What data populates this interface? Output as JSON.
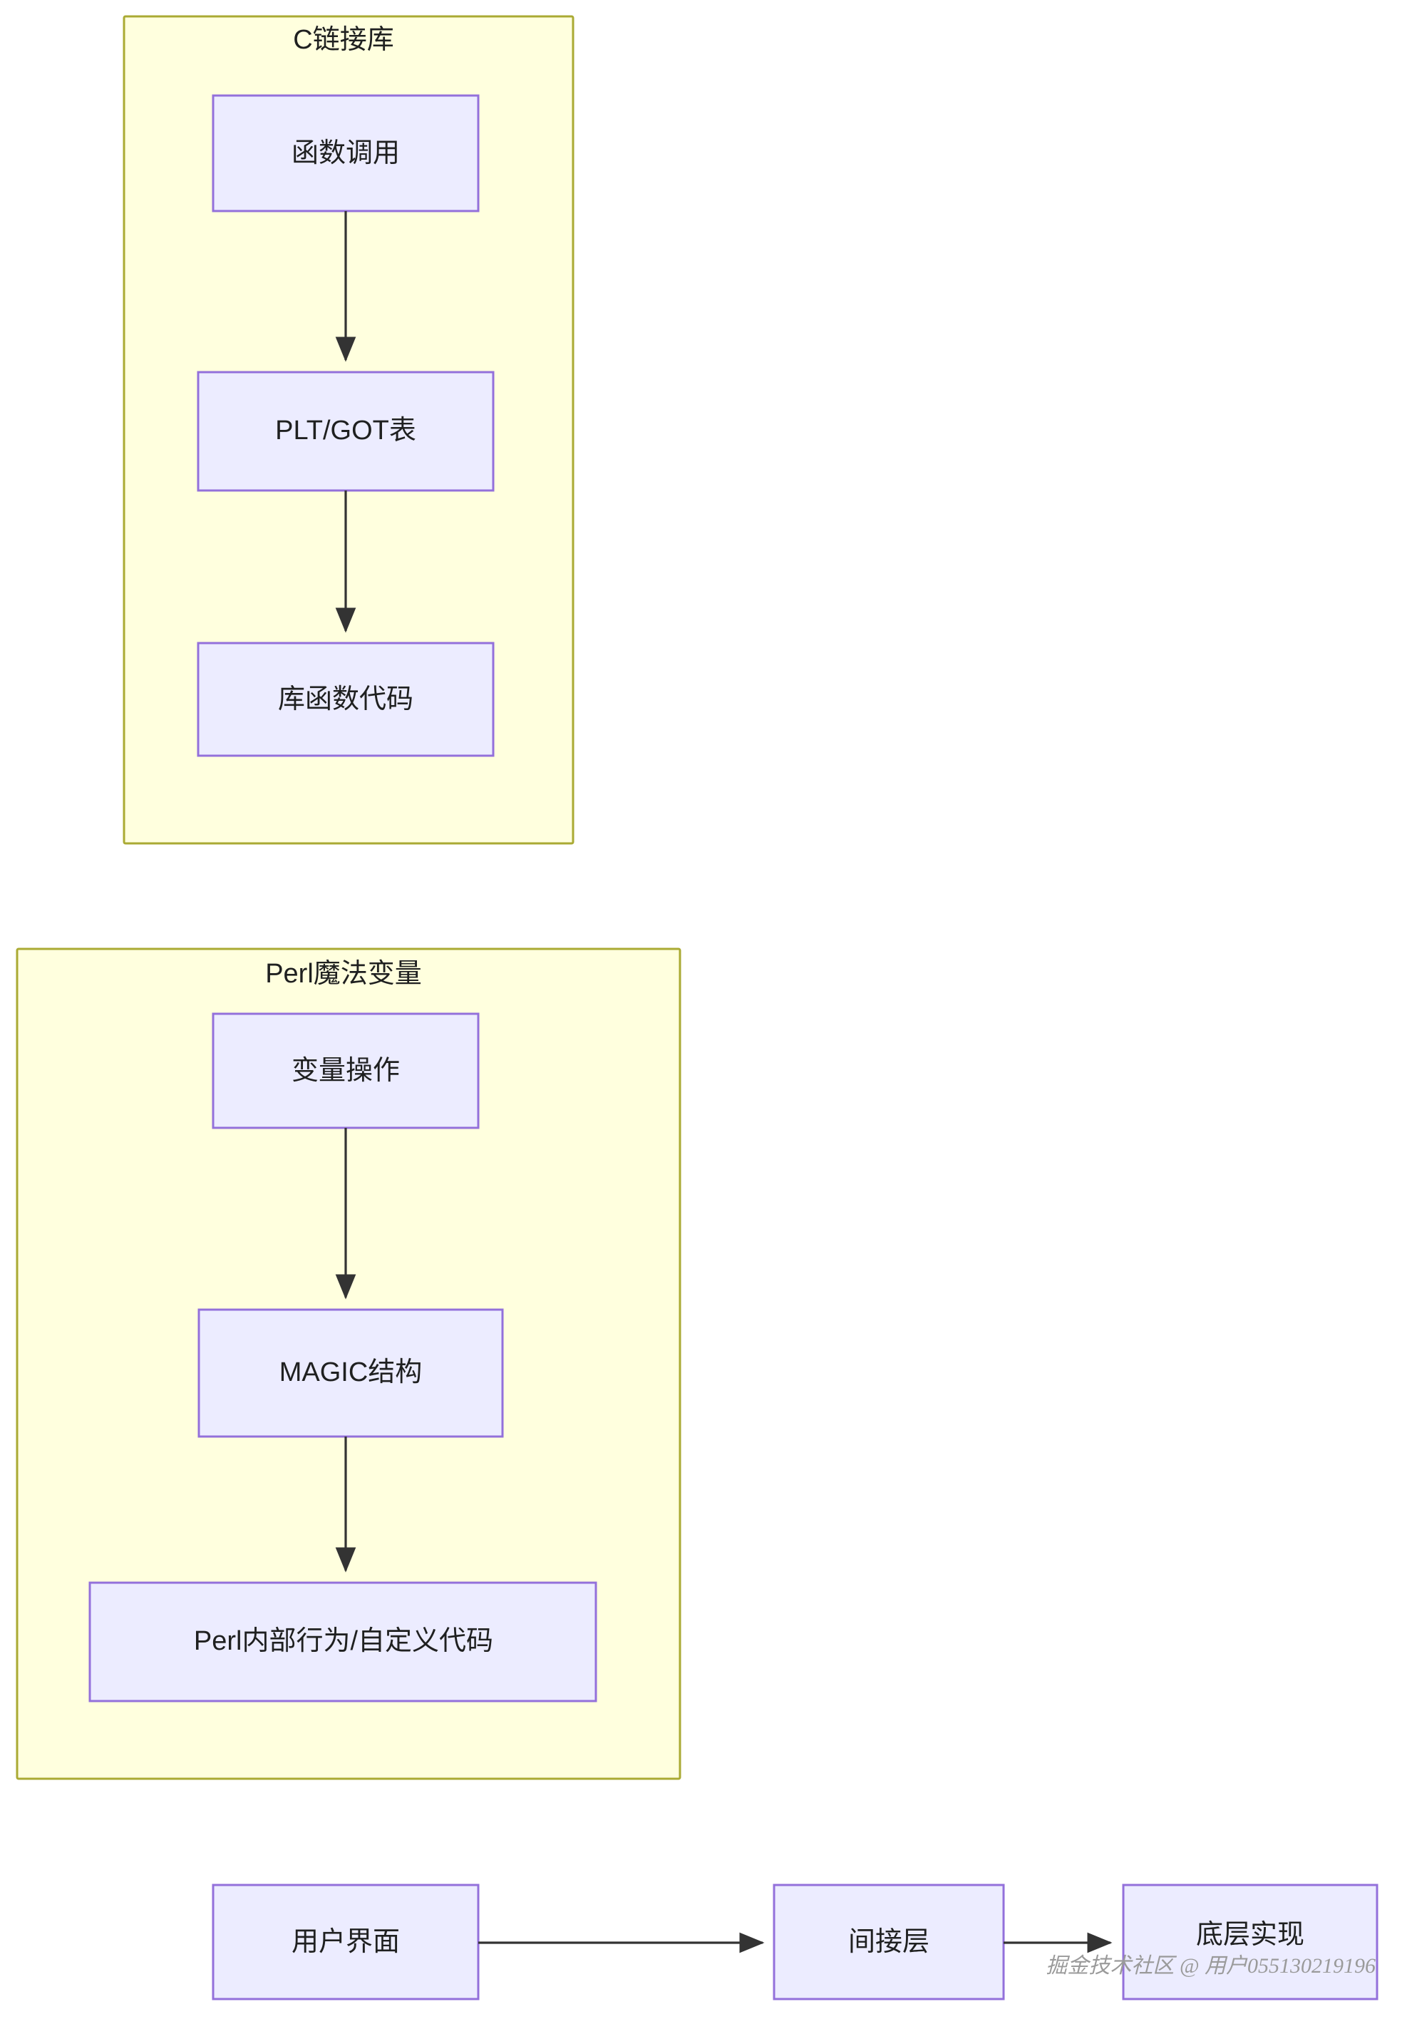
{
  "diagram": {
    "type": "flowchart",
    "direction": "top-down",
    "background_color": "#ffffff",
    "cluster_fill": "#ffffde",
    "cluster_stroke": "#aaaa33",
    "node_fill": "#ececff",
    "node_stroke": "#9370db",
    "edge_color": "#333333",
    "text_color": "#1f2020",
    "clusters": [
      {
        "id": "c-link-library",
        "title": "C链接库",
        "nodes": [
          {
            "id": "function-call",
            "label": "函数调用"
          },
          {
            "id": "plt-got-table",
            "label": "PLT/GOT表"
          },
          {
            "id": "library-function-code",
            "label": "库函数代码"
          }
        ],
        "edges": [
          {
            "from": "function-call",
            "to": "plt-got-table"
          },
          {
            "from": "plt-got-table",
            "to": "library-function-code"
          }
        ]
      },
      {
        "id": "perl-magic-variable",
        "title": "Perl魔法变量",
        "nodes": [
          {
            "id": "variable-operation",
            "label": "变量操作"
          },
          {
            "id": "magic-struct",
            "label": "MAGIC结构"
          },
          {
            "id": "perl-internal-behavior",
            "label": "Perl内部行为/自定义代码"
          }
        ],
        "edges": [
          {
            "from": "variable-operation",
            "to": "magic-struct"
          },
          {
            "from": "magic-struct",
            "to": "perl-internal-behavior"
          }
        ]
      }
    ],
    "bottom_chain": {
      "nodes": [
        {
          "id": "user-interface",
          "label": "用户界面"
        },
        {
          "id": "indirection-layer",
          "label": "间接层"
        },
        {
          "id": "underlying-implementation",
          "label": "底层实现"
        }
      ],
      "edges": [
        {
          "from": "user-interface",
          "to": "indirection-layer"
        },
        {
          "from": "indirection-layer",
          "to": "underlying-implementation"
        }
      ]
    },
    "watermark": "掘金技术社区 @ 用户055130219196"
  }
}
